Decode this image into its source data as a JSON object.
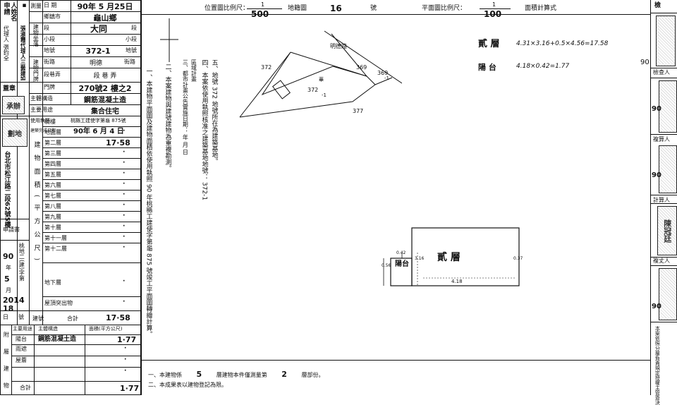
{
  "left_table": {
    "applicant_label": "申請人姓名",
    "applicant_vertical": "張淑霞代理人三藝建設有限公司",
    "applicant_vertical_2": "代理人 張鈞全",
    "survey_date_label": "測量日期",
    "survey_date_value": "90年 5 月25日",
    "town_label": "鄉鎮市",
    "town_value": "龜山鄉",
    "section_label": "段",
    "section_value": "大同",
    "section_suffix": "段",
    "subsection_label": "小段",
    "subsection_suffix": "小段",
    "lot_label": "地號",
    "lot_value": "372-1",
    "lot_suffix": "地號",
    "street_label": "街路",
    "street_value": "明德",
    "street_suffix": "街路",
    "lane_label": "段巷弄",
    "lane_value": "段 巷 弄",
    "door_label": "門牌",
    "door_value": "270號2 樓之2",
    "structure_label": "主體構造",
    "structure_value": "鋼筋混凝土造",
    "usage_label": "主要用途",
    "usage_value": "集合住宅",
    "permit_label": "使用執照",
    "permit_value": "桃縣工建使字第龜 875號",
    "completion_label": "建築完成日期",
    "completion_value": "90年 6 月 4 日",
    "building_area_vertical": "建物面積(平方公尺)",
    "floors": [
      "騎樓",
      "地面層",
      "第二層",
      "第三層",
      "第四層",
      "第五層",
      "第六層",
      "第七層",
      "第八層",
      "第九層",
      "第十層",
      "第十一層",
      "第十二層",
      "地下層",
      "屋頂突出物"
    ],
    "floor_values": [
      "·",
      "·",
      "17·58",
      "·",
      "·",
      "·",
      "·",
      "·",
      "·",
      "·",
      "·",
      "·",
      "·",
      "·",
      "·"
    ],
    "total_label": "合計",
    "total_value": "17·58",
    "side_address": "台北市松江路二段62號5樓",
    "applicant_book_label": "申請書",
    "applicant_book_vertical": "桃地二(建)字第",
    "applicant_year": "90",
    "applicant_year_suffix": "年",
    "applicant_month": "5",
    "applicant_month_suffix": "月",
    "applicant_number": "2014",
    "applicant_day": "18",
    "applicant_day_suffix": "日",
    "applicant_no_suffix": "號",
    "annex_label": "附屬建物",
    "annex_header_use": "主要用途",
    "annex_header_structure": "主體構造",
    "annex_header_area": "面積(平方公尺)",
    "annex_rows": [
      {
        "use": "陽台",
        "structure": "鋼筋混凝土造",
        "area": "1·77"
      },
      {
        "use": "雨遮",
        "structure": "",
        "area": "·"
      },
      {
        "use": "屋簷",
        "structure": "",
        "area": "·"
      },
      {
        "use": "",
        "structure": "",
        "area": "·"
      }
    ],
    "annex_total_label": "合計",
    "annex_total_value": "1·77",
    "seal_label": "蓋章",
    "seal_1": "承辦",
    "seal_2": "劃地"
  },
  "header": {
    "location_scale_label": "位置圖比例尺：",
    "location_scale_num": "1",
    "location_scale_den": "500",
    "sheet_label": "地籍圖",
    "sheet_value": "16",
    "sheet_suffix": "號",
    "plan_scale_label": "平面圖比例尺：",
    "plan_scale_num": "1",
    "plan_scale_den": "100",
    "area_calc_label": "面積計算式"
  },
  "notes": {
    "n1": "一、本建物平面圖及建物面積依使用執照 90 年桃縣工建使字第龜 875 號竣工平面圖轉繪計算。",
    "n2": "二、本案建物與建號建物為重複勘測。",
    "n3": "三、都市計畫公告實施日期：  年  月  日",
    "n3b": "區域計畫",
    "n4": "四、本案依使用執照核准之建築基地地號： 372-1",
    "n5": "五、地號 372 地號所在為建築基地。"
  },
  "location_map": {
    "road": "明德路",
    "lot_main": "372",
    "lot_a": "369",
    "lot_b": "369",
    "lot_b_suffix": "-1",
    "lot_c": "377",
    "parcel_label": "372",
    "parcel_sub": "-1",
    "parcel_char": "華"
  },
  "calc": {
    "floor2_label": "貳 層",
    "floor2_formula": "4.31×3.16+0.5×4.56=17.58",
    "balcony_label": "陽 台",
    "balcony_formula": "4.18×0.42=1.77"
  },
  "floor_plan": {
    "floor_label": "貳 層",
    "balcony_label": "陽台",
    "dim_bottom": "4.18",
    "dim_left_top": "0.42",
    "dim_left": "0.56",
    "dim_side": "3.16",
    "dim_right": "0.37"
  },
  "bottom_notes": {
    "b1_prefix": "一、本建物係",
    "b1_floors": "5",
    "b1_mid": "層建物本件僅測量第",
    "b1_floor": "2",
    "b1_suffix": "層部份。",
    "b2": "二、本成果表以建物登記為限。"
  },
  "right_column": {
    "check_label": "檢",
    "review_label": "檢查人",
    "recheck_label": "複算人",
    "calc_label": "計算人",
    "redraw_label": "複丈人",
    "stamp1": "90",
    "stamp2": "90",
    "stamp3": "90",
    "stamp4": "90",
    "name_surveyor": "陳冠廷",
    "footnote": "本案依照分層負責規定授權主管簽決"
  }
}
